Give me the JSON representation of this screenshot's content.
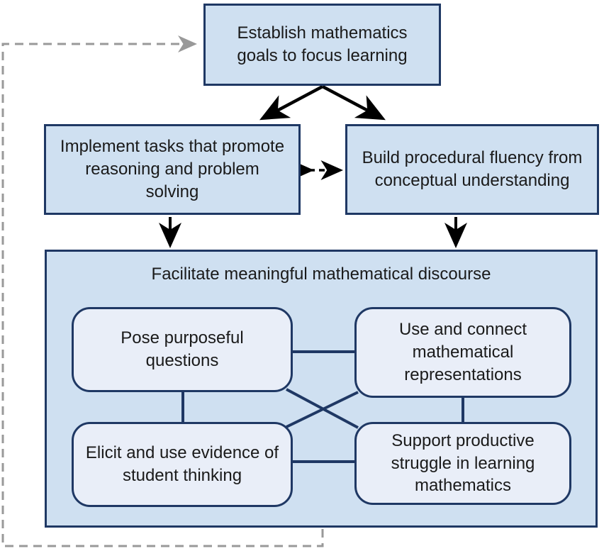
{
  "diagram": {
    "nodes": {
      "establish": {
        "label": "Establish mathematics goals to focus learning"
      },
      "implement": {
        "label": "Implement tasks that promote reasoning and problem solving"
      },
      "build": {
        "label": "Build procedural fluency from conceptual understanding"
      },
      "facilitate": {
        "label": "Facilitate meaningful mathematical discourse"
      },
      "pose": {
        "label": "Pose purposeful questions"
      },
      "use_connect": {
        "label": "Use and connect mathematical representations"
      },
      "elicit": {
        "label": "Elicit and use evidence of student thinking"
      },
      "support": {
        "label": "Support productive struggle in learning mathematics"
      }
    },
    "colors": {
      "box_fill": "#cfe0f1",
      "inner_box_fill": "#e9eef8",
      "box_border": "#1f3864",
      "connector": "#1f3864",
      "arrow": "#000000",
      "feedback_loop": "#999999",
      "background": "#ffffff",
      "text": "#1a1a1a"
    }
  }
}
